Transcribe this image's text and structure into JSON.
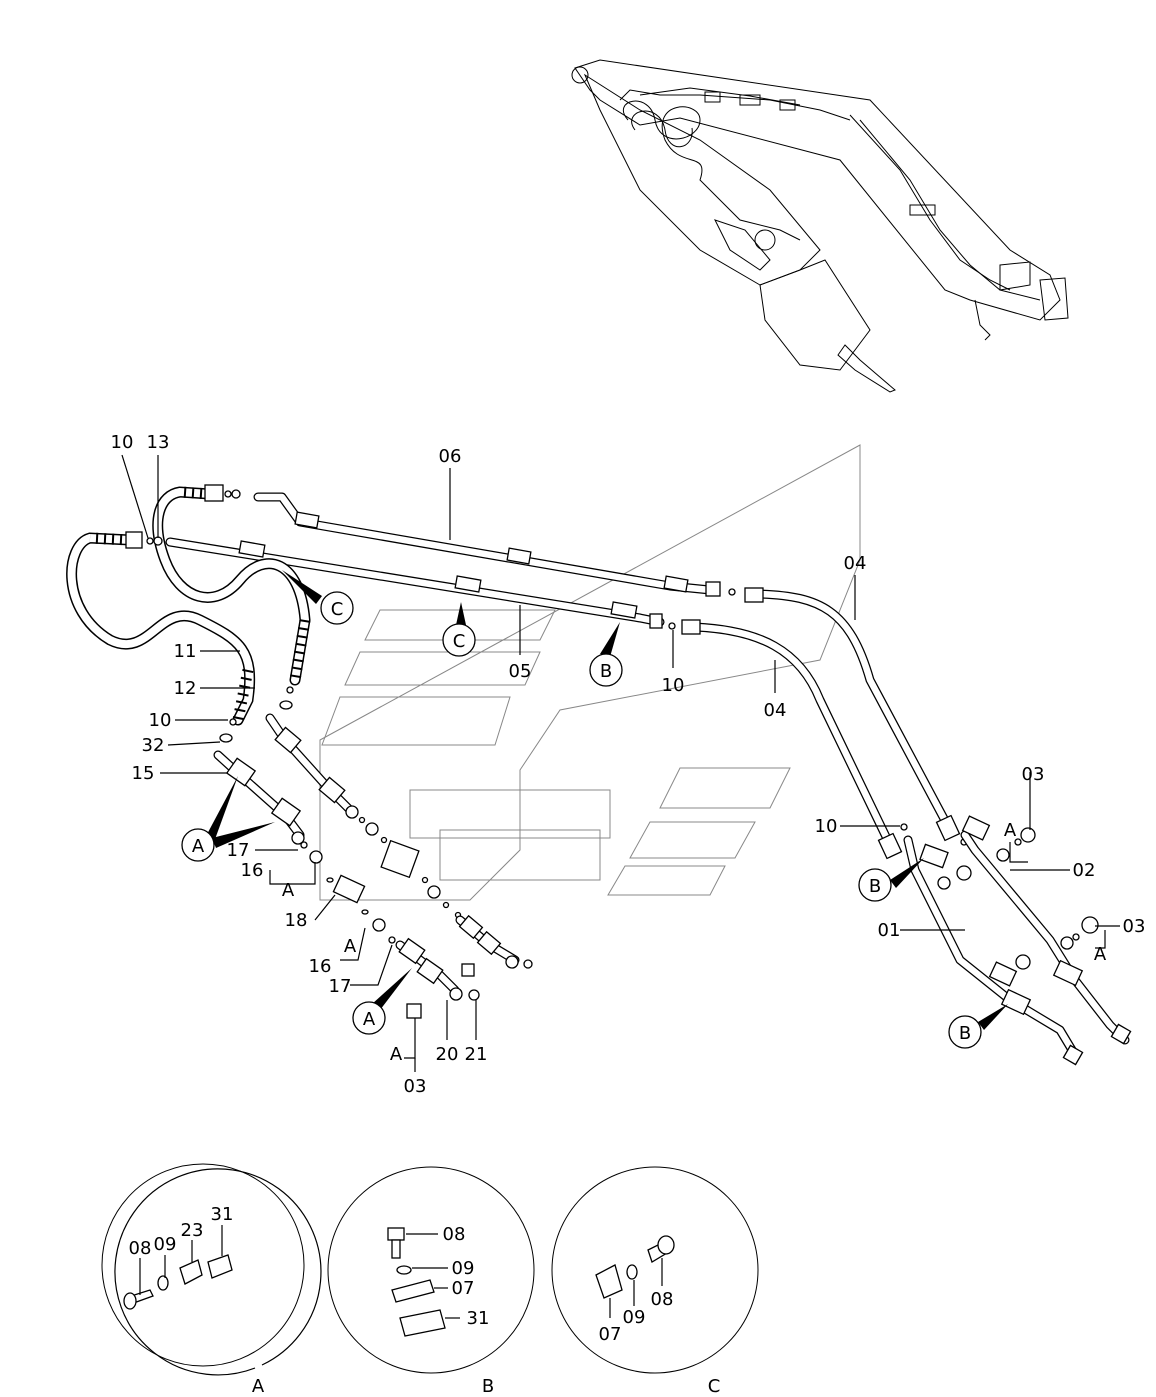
{
  "diagram": {
    "part_labels": {
      "p06": "06",
      "p10_top": "10",
      "p13": "13",
      "p04_right": "04",
      "p04_mid": "04",
      "p05": "05",
      "p10_mid": "10",
      "p11": "11",
      "p12": "12",
      "p10_left": "10",
      "p32": "32",
      "p15": "15",
      "p17_a": "17",
      "p16_a": "16",
      "p18": "18",
      "p16_b": "16",
      "p17_b": "17",
      "p20": "20",
      "p21": "21",
      "p03_bottom": "03",
      "p10_right": "10",
      "p03_tr": "03",
      "p02": "02",
      "p01": "01",
      "p03_r": "03"
    },
    "clamp_refs": {
      "c_C1": "C",
      "c_C2": "C",
      "c_B1": "B",
      "c_A1": "A",
      "c_A2": "A",
      "c_B2": "B",
      "c_B3": "B",
      "a_16a": "A",
      "a_16b": "A",
      "a_03b": "A",
      "a_03tr": "A",
      "a_03r": "A"
    },
    "details": {
      "A": {
        "caption": "A",
        "labels": {
          "d08": "08",
          "d09": "09",
          "d23": "23",
          "d31": "31"
        }
      },
      "B": {
        "caption": "B",
        "labels": {
          "d08": "08",
          "d09": "09",
          "d07": "07",
          "d31": "31"
        }
      },
      "C": {
        "caption": "C",
        "labels": {
          "d07": "07",
          "d09": "09",
          "d08": "08"
        }
      }
    }
  }
}
